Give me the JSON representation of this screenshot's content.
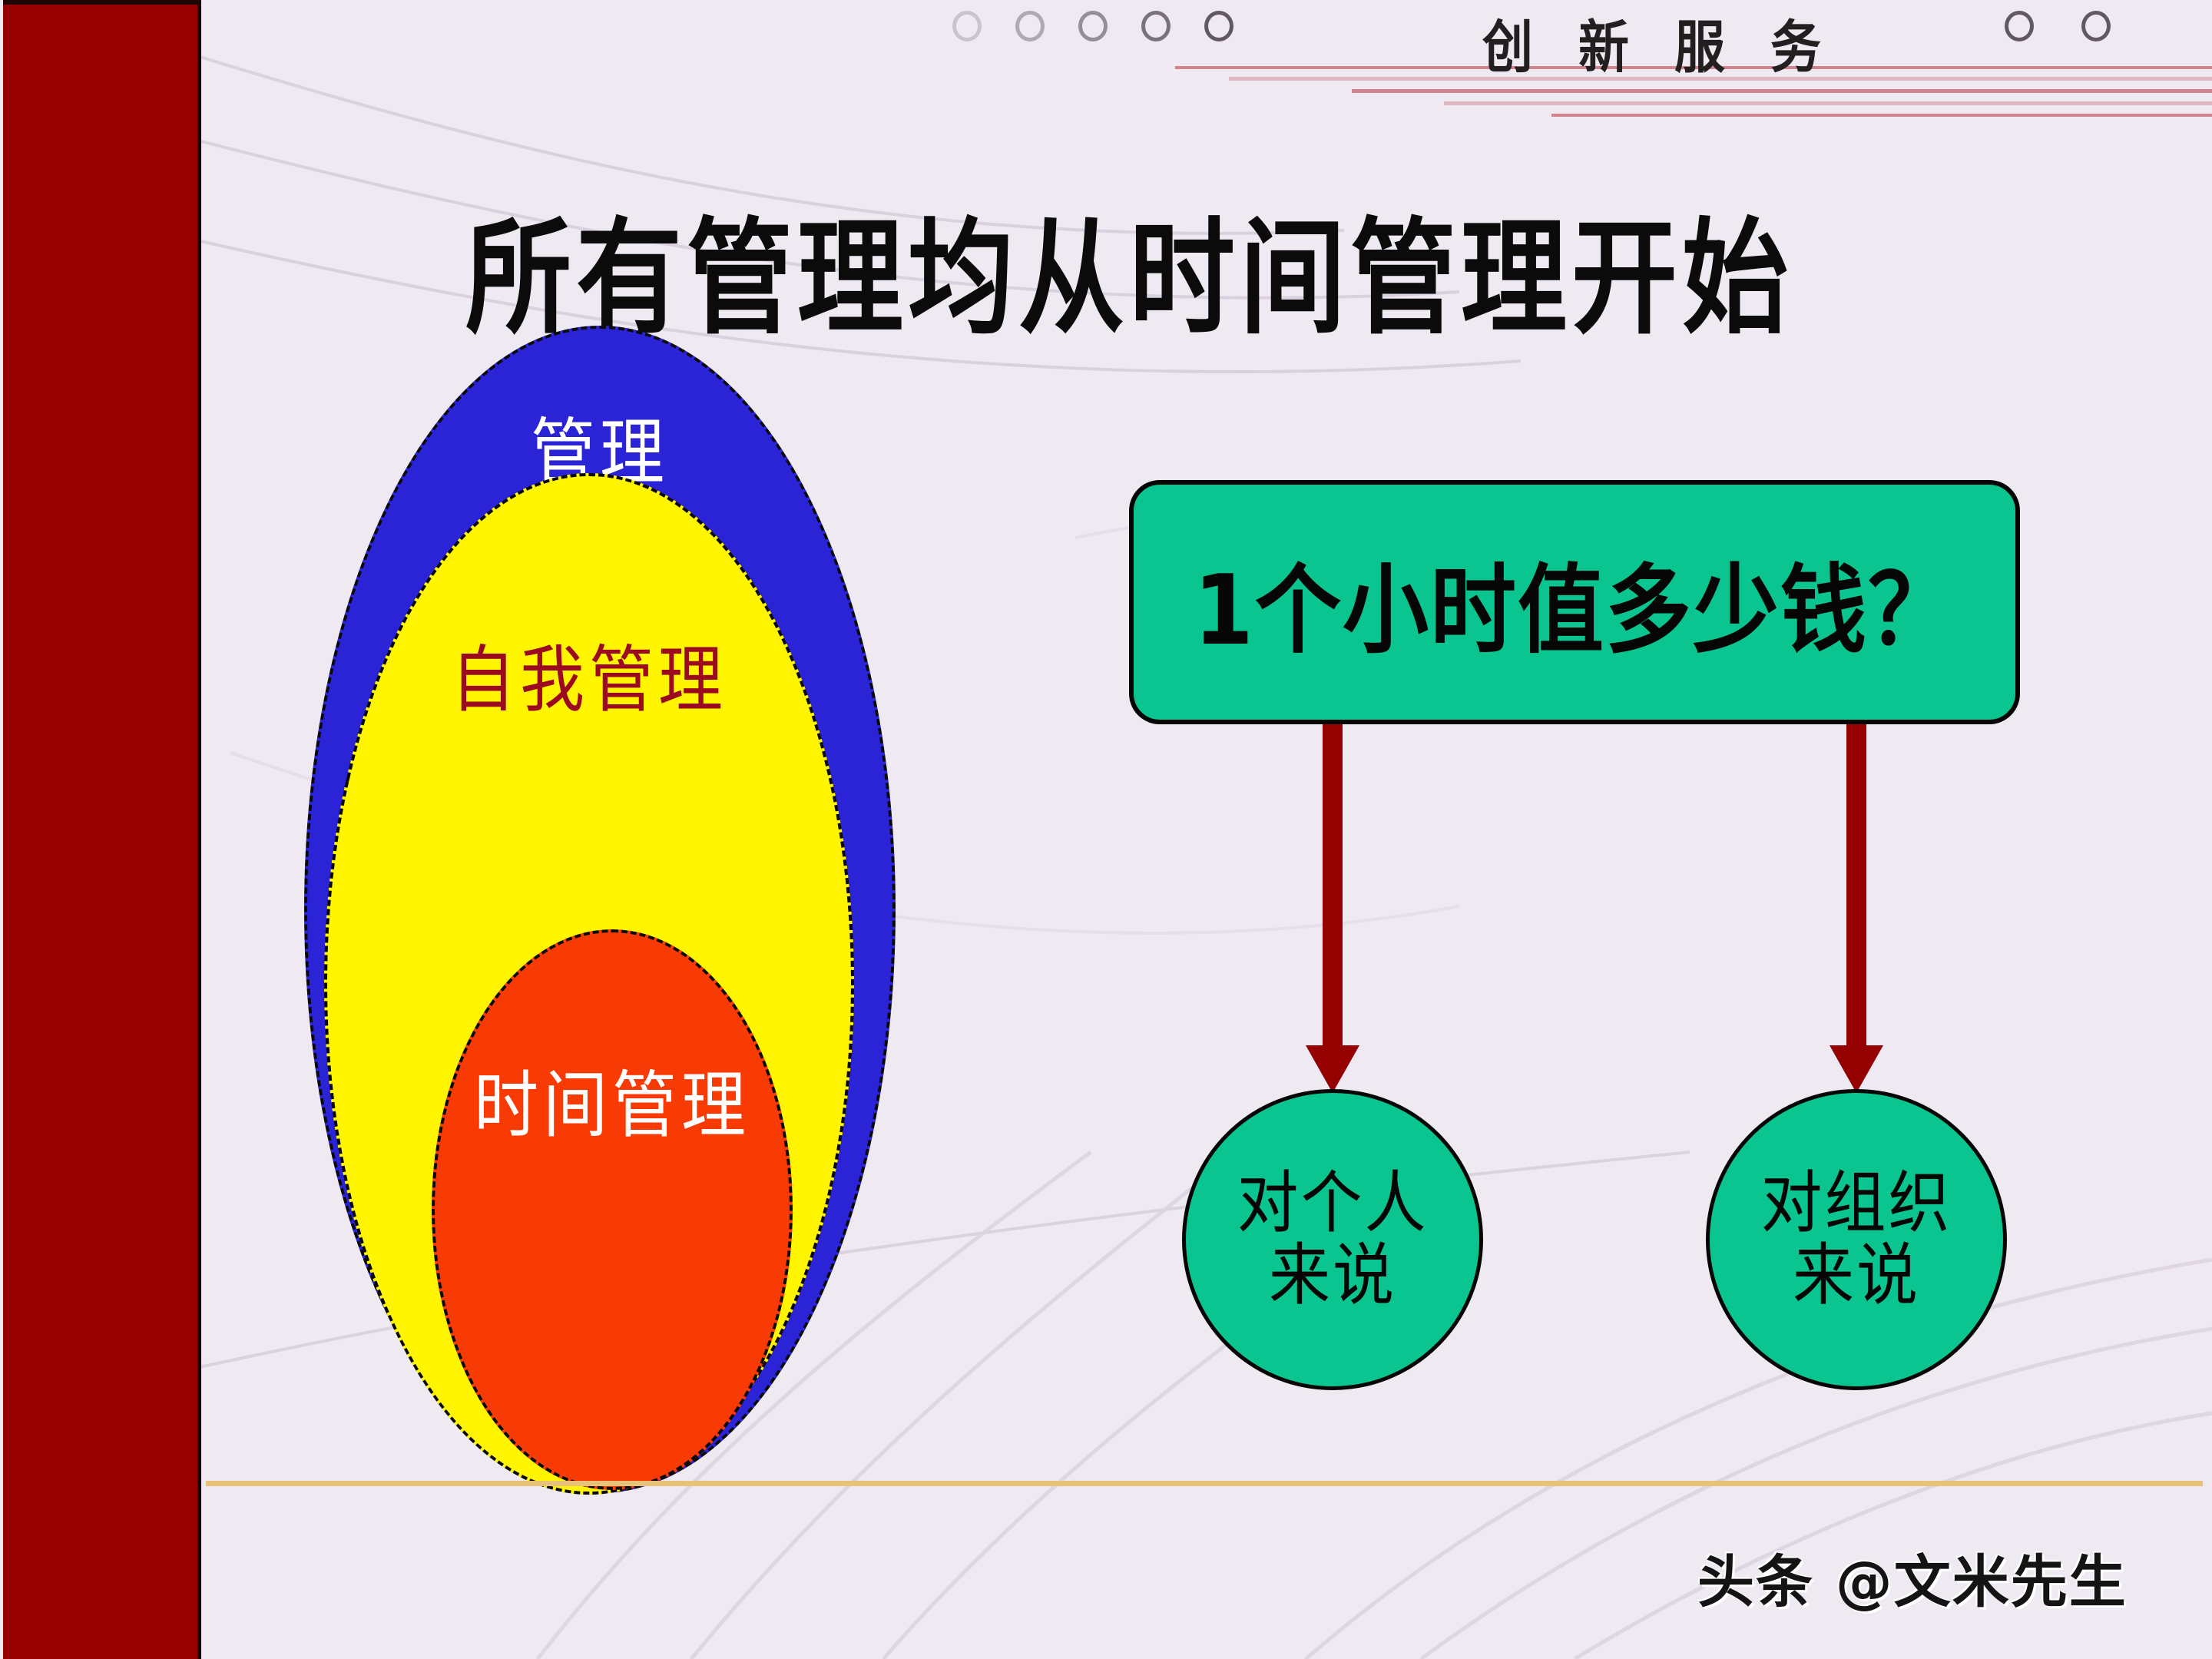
{
  "slide": {
    "background_color": "#efe9f2",
    "accent_bar_color": "#960000",
    "title": "所有管理均从时间管理开始"
  },
  "header": {
    "slogan": "创 新    服 务",
    "left_circles": [
      "circle-1",
      "circle-2",
      "circle-3",
      "circle-4",
      "circle-5"
    ],
    "right_circles": [
      "circle-6",
      "circle-7"
    ]
  },
  "ellipse_diagram": {
    "outer": {
      "label": "管理",
      "fill": "#2a24d6",
      "text_color": "#ffffff"
    },
    "middle": {
      "label": "自我管理",
      "fill": "#fff500",
      "text_color": "#9b0a1e"
    },
    "inner": {
      "label": "时间管理",
      "fill": "#f83a05",
      "text_color": "#ffffff"
    }
  },
  "question": {
    "text": "1个小时值多少钱？",
    "fill": "#0ac58f",
    "text_color": "#060606"
  },
  "answers": [
    {
      "line1": "对个人",
      "line2": "来说",
      "fill": "#0ac58f"
    },
    {
      "line1": "对组织",
      "line2": "来说",
      "fill": "#0ac58f"
    }
  ],
  "connectors": {
    "color": "#950000",
    "count": 2
  },
  "footer": {
    "rule_color": "#e8c278",
    "watermark": "头条 @文米先生"
  }
}
